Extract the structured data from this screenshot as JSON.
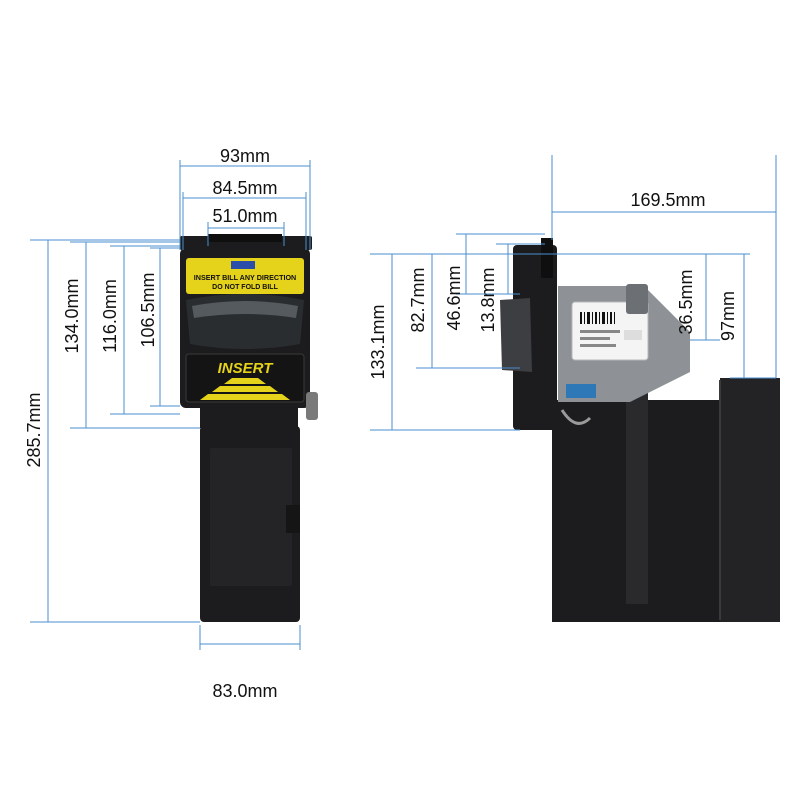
{
  "colors": {
    "dimension_line": "#4a8fd0",
    "device_body": "#1c1c1e",
    "device_dark": "#0f0f10",
    "bezel_label": "#e5d21a",
    "metal_plate": "#8e9196",
    "sticker": "#f2f2f2"
  },
  "front_view": {
    "bezel_label_line1": "INSERT BILL ANY DIRECTION",
    "bezel_label_line2": "DO NOT FOLD BILL",
    "insert_label": "INSERT",
    "widths": {
      "overall": "93mm",
      "bezel": "84.5mm",
      "bill_slot": "51.0mm",
      "stacker": "83.0mm"
    },
    "heights": {
      "overall": "285.7mm",
      "head": "134.0mm",
      "bezel": "116.0mm",
      "label_area": "106.5mm"
    }
  },
  "side_view": {
    "depth": "169.5mm",
    "heights": {
      "head": "133.1mm",
      "mount": "82.7mm",
      "slot_offset": "46.6mm",
      "top_offset": "13.8mm",
      "stacker_top": "36.5mm",
      "stacker_offset": "97mm"
    }
  }
}
